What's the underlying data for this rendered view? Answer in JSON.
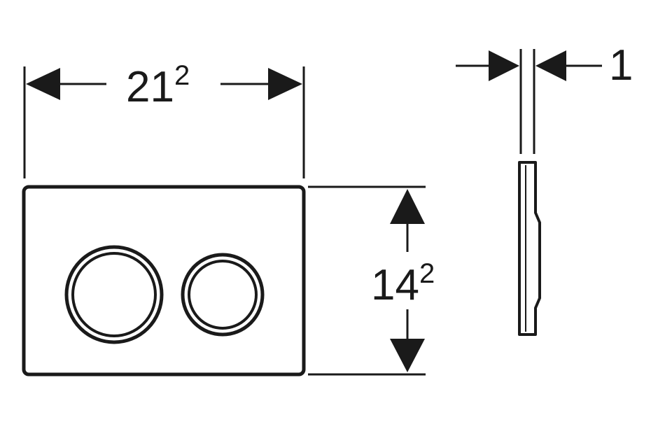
{
  "dimensions": {
    "width": {
      "base": "21",
      "superscript": "2"
    },
    "height": {
      "base": "14",
      "superscript": "2"
    },
    "thickness": {
      "value": "1"
    }
  },
  "buttons": [
    {
      "name": "large-flush-button"
    },
    {
      "name": "small-flush-button"
    }
  ],
  "colors": {
    "line": "#1a1a1a",
    "background": "#ffffff"
  }
}
